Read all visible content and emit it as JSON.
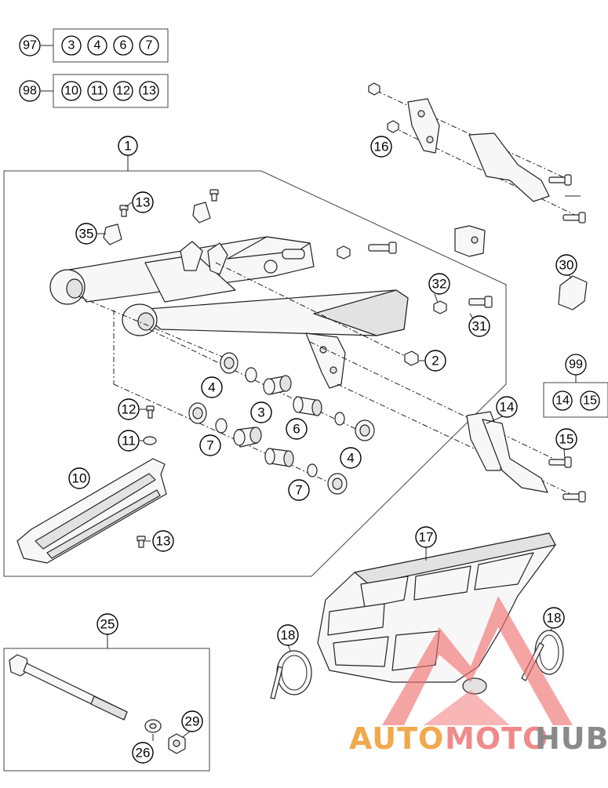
{
  "kits": [
    {
      "id": "97",
      "items": [
        "3",
        "4",
        "6",
        "7"
      ]
    },
    {
      "id": "98",
      "items": [
        "10",
        "11",
        "12",
        "13"
      ]
    },
    {
      "id": "99",
      "items": [
        "14",
        "15"
      ]
    }
  ],
  "callouts": {
    "c1": "1",
    "c2": "2",
    "c3": "3",
    "c4a": "4",
    "c4b": "4",
    "c6": "6",
    "c7a": "7",
    "c7b": "7",
    "c10": "10",
    "c11": "11",
    "c12": "12",
    "c13a": "13",
    "c13b": "13",
    "c14": "14",
    "c15": "15",
    "c16": "16",
    "c17": "17",
    "c18a": "18",
    "c18b": "18",
    "c25": "25",
    "c26": "26",
    "c29": "29",
    "c30": "30",
    "c31": "31",
    "c32": "32",
    "c35": "35"
  },
  "watermark": {
    "part1": "AUTO",
    "part2": "MOTO",
    "part3": "HUB",
    "colors": {
      "auto": "#f2a94b",
      "moto": "#f08a8a",
      "hub": "#8a8a8a",
      "logo": "#f07070"
    }
  }
}
